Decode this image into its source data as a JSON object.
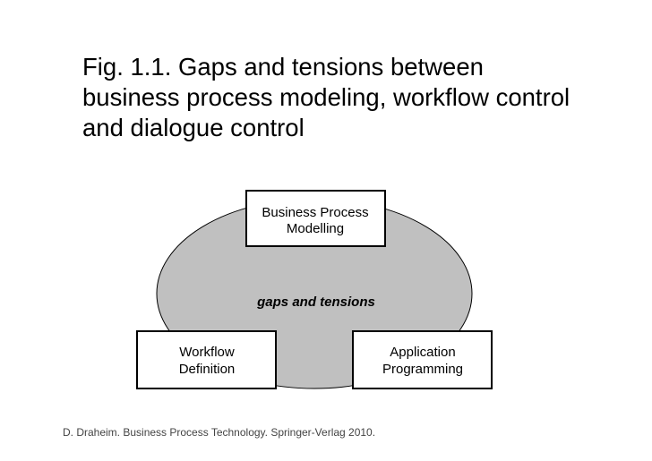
{
  "title_lines": [
    "Fig. 1.1. Gaps and tensions between",
    "business process modeling, workflow control",
    "and dialogue control"
  ],
  "diagram": {
    "center_label": "gaps and tensions",
    "boxes": {
      "top": [
        "Business Process",
        "Modelling"
      ],
      "left": [
        "Workflow",
        "Definition"
      ],
      "right": [
        "Application",
        "Programming"
      ]
    },
    "colors": {
      "ellipse_fill": "#c0c0c0",
      "box_fill": "#ffffff",
      "stroke": "#000000"
    }
  },
  "footer": "D. Draheim. Business Process Technology. Springer-Verlag 2010."
}
